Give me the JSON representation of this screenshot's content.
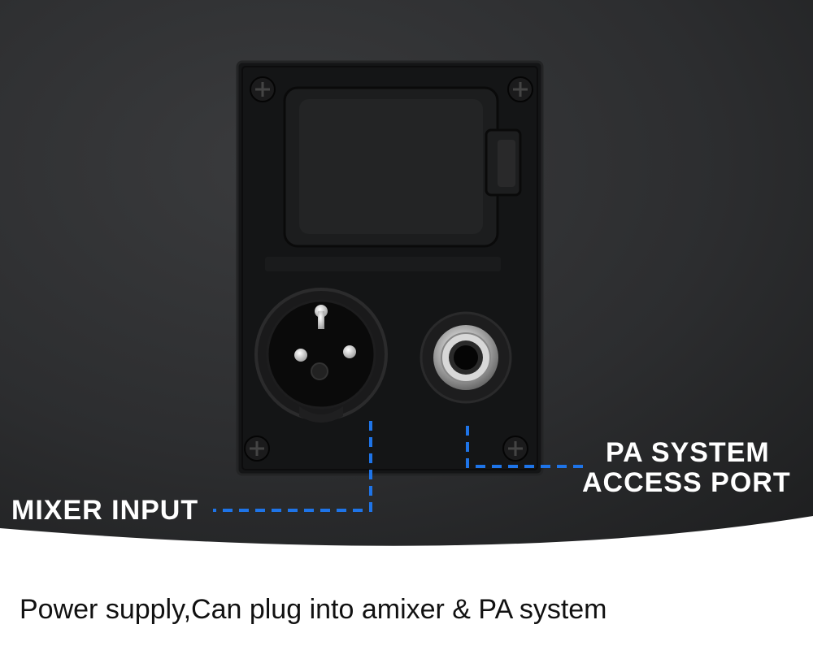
{
  "labels": {
    "mixer_input": "MIXER INPUT",
    "pa_line1": "PA SYSTEM",
    "pa_line2": "ACCESS PORT"
  },
  "caption": "Power supply,Can plug into amixer & PA system",
  "colors": {
    "housing": "#2a2b2d",
    "panel": "#161718",
    "leader_line": "#1e74e8",
    "label_text": "#ffffff",
    "caption_text": "#111111",
    "background": "#ffffff"
  }
}
